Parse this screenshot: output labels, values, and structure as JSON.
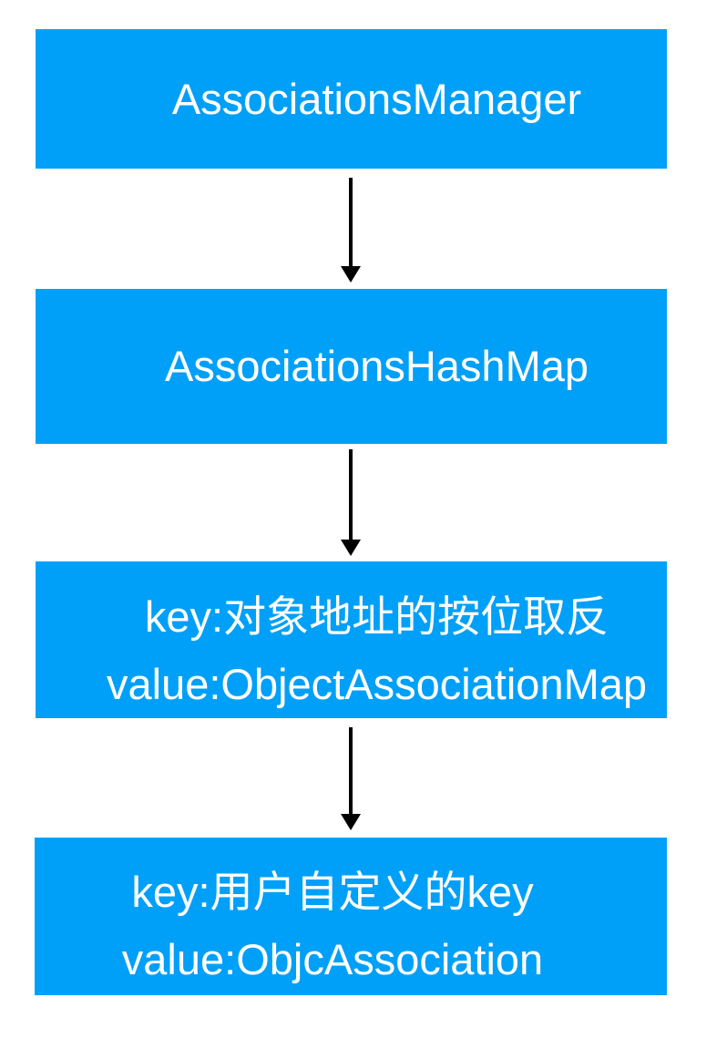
{
  "diagram": {
    "nodes": [
      {
        "id": "associations-manager",
        "lines": [
          "AssociationsManager"
        ]
      },
      {
        "id": "associations-hashmap",
        "lines": [
          "AssociationsHashMap"
        ]
      },
      {
        "id": "object-association-map",
        "lines": [
          "key:对象地址的按位取反",
          "value:ObjectAssociationMap"
        ]
      },
      {
        "id": "objc-association",
        "lines": [
          "key:用户自定义的key",
          "value:ObjcAssociation"
        ]
      }
    ],
    "edges": [
      {
        "from": "associations-manager",
        "to": "associations-hashmap",
        "direction": "down"
      },
      {
        "from": "associations-hashmap",
        "to": "object-association-map",
        "direction": "down"
      },
      {
        "from": "object-association-map",
        "to": "objc-association",
        "direction": "down"
      }
    ],
    "colors": {
      "node_fill": "#00A0F8",
      "node_text": "#FFFFFF",
      "arrow": "#000000",
      "background": "#FFFFFF"
    }
  }
}
